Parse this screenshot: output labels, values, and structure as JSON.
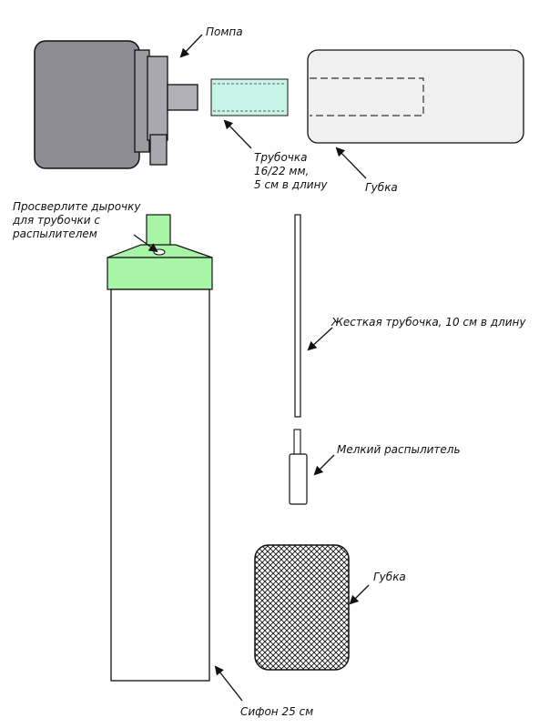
{
  "labels": {
    "pump": "Помпа",
    "tube_line1": "Трубочка",
    "tube_line2": "16/22 мм,",
    "tube_line3": "5 см в длину",
    "sponge_top": "Губка",
    "drill_line1": "Просверлите дырочку",
    "drill_line2": "для трубочки с",
    "drill_line3": "распылителем",
    "rigid_tube": "Жесткая трубочка, 10 см в длину",
    "airstone": "Мелкий распылитель",
    "sponge_bottom": "Губка",
    "siphon": "Сифон 25 см"
  },
  "colors": {
    "accent_green": "#a8f5a8",
    "tube_cyan": "#c8f5e8",
    "pump_body": "#8c8c92",
    "pump_detail": "#a8a8ae",
    "sponge_fill": "#f0f0f0",
    "outline": "#111111"
  },
  "icons": [
    "arrow-icon"
  ]
}
